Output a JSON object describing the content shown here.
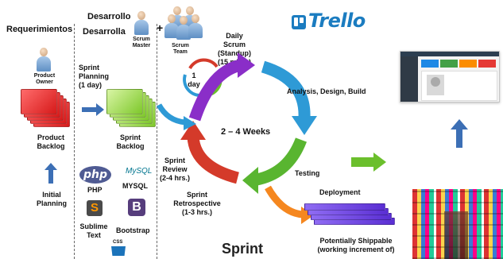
{
  "labels": {
    "requerimientos": "Requerimientos",
    "desarrollo1": "Desarrollo",
    "desarrollo2": "Desarrolla",
    "plus": "+",
    "scrum_master": "Scrum\nMaster",
    "scrum_team": "Scrum\nTeam",
    "product_owner": "Product\nOwner",
    "product_backlog": "Product\nBacklog",
    "initial_planning": "Initial\nPlanning",
    "sprint_planning": "Sprint\nPlanning\n(1 day)",
    "sprint_backlog": "Sprint\nBacklog",
    "daily_scrum": "Daily\nScrum\n(Standup)\n(15 mins.)",
    "one_day": "1\nday",
    "analysis": "Analysis, Design, Build",
    "weeks": "2 – 4 Weeks",
    "testing": "Testing",
    "deployment": "Deployment",
    "sprint_review": "Sprint\nReview\n(2-4 hrs.)",
    "sprint_retrospective": "Sprint\nRetrospective\n(1-3 hrs.)",
    "sprint": "Sprint",
    "potentially": "Potentially Shippable\n(working increment of)",
    "php": "PHP",
    "php_logo": "php",
    "mysql": "MYSQL",
    "mysql_logo": "MySQL",
    "sublime": "Sublime\nText",
    "bootstrap": "Bootstrap",
    "css_label": "CSS",
    "trello": "Trello"
  },
  "colors": {
    "cycle_top": "#8a2ec8",
    "cycle_right": "#2e9ad6",
    "cycle_bottom": "#59b530",
    "cycle_left": "#d43a2a",
    "trello_blue": "#1b7cc0",
    "arrow_blue": "#3c6fb5",
    "arrow_green": "#6bbf2c",
    "deploy_orange": "#f5871f"
  },
  "icons": [
    "person-icon",
    "trello-logo",
    "php-logo",
    "mysql-logo",
    "sublime-text-logo",
    "bootstrap-logo",
    "css3-logo"
  ]
}
